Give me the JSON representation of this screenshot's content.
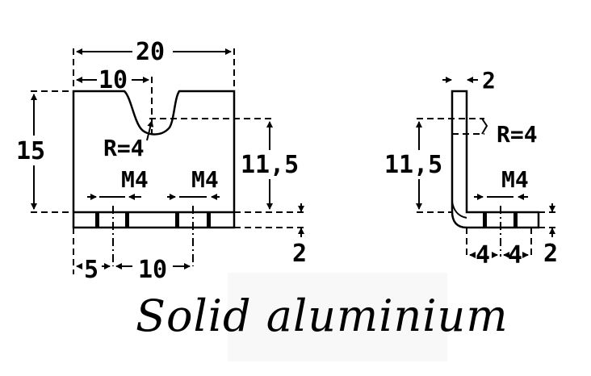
{
  "front_view": {
    "width_dim": "20",
    "center_dim": "10",
    "height_dim": "15",
    "radius_label": "R=4",
    "slot_depth_dim": "11,5",
    "hole_left_label": "M4",
    "hole_right_label": "M4",
    "base_thickness_dim": "2",
    "hole_offset_dim": "5",
    "hole_spacing_dim": "10"
  },
  "side_view": {
    "wall_thickness_dim": "2",
    "radius_label": "R=4",
    "height_dim": "11,5",
    "hole_label": "M4",
    "offset_dim_1": "4",
    "offset_dim_2": "4",
    "base_thickness_dim": "2"
  },
  "caption": "Solid aluminium"
}
